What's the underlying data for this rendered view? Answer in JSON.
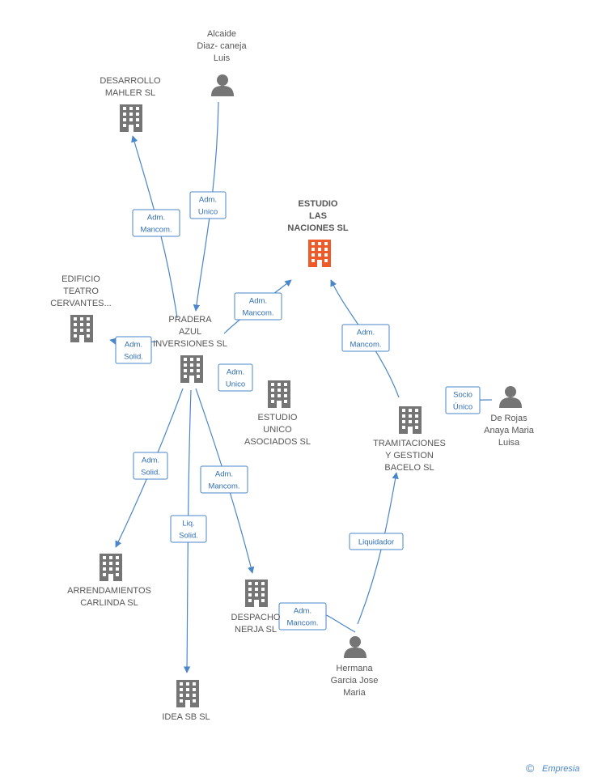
{
  "colors": {
    "accent": "#4a86c8",
    "node": "#757575",
    "focus": "#f05a28",
    "text": "#555555"
  },
  "nodes": [
    {
      "id": "pradera",
      "kind": "company",
      "label": [
        "PRADERA",
        "AZUL",
        "INVERSIONES SL"
      ]
    },
    {
      "id": "estudio_naciones",
      "kind": "company",
      "focus": true,
      "label": [
        "ESTUDIO",
        "LAS",
        "NACIONES SL"
      ]
    },
    {
      "id": "desarrollo",
      "kind": "company",
      "label": [
        "DESARROLLO",
        "MAHLER  SL"
      ]
    },
    {
      "id": "alcaide",
      "kind": "person",
      "label": [
        "Alcaide",
        "Diaz- caneja",
        "Luis"
      ]
    },
    {
      "id": "edificio",
      "kind": "company",
      "label": [
        "EDIFICIO",
        "TEATRO",
        "CERVANTES..."
      ]
    },
    {
      "id": "estudio_unico",
      "kind": "company",
      "label": [
        "ESTUDIO",
        "UNICO",
        "ASOCIADOS SL"
      ]
    },
    {
      "id": "tramitaciones",
      "kind": "company",
      "label": [
        "TRAMITACIONES",
        "Y GESTION",
        "BACELO SL"
      ]
    },
    {
      "id": "derojas",
      "kind": "person",
      "label": [
        "De Rojas",
        "Anaya Maria",
        "Luisa"
      ]
    },
    {
      "id": "arrendamientos",
      "kind": "company",
      "label": [
        "ARRENDAMIENTOS",
        "CARLINDA SL"
      ]
    },
    {
      "id": "despacho",
      "kind": "company",
      "label": [
        "DESPACHO",
        "NERJA SL"
      ]
    },
    {
      "id": "idea",
      "kind": "company",
      "label": [
        "IDEA SB SL"
      ]
    },
    {
      "id": "hermana",
      "kind": "person",
      "label": [
        "Hermana",
        "Garcia Jose",
        "Maria"
      ]
    }
  ],
  "edges": [
    {
      "from": "pradera",
      "to": "desarrollo",
      "label": [
        "Adm.",
        "Mancom."
      ]
    },
    {
      "from": "alcaide",
      "to": "pradera",
      "label": [
        "Adm.",
        "Unico"
      ]
    },
    {
      "from": "pradera",
      "to": "estudio_naciones",
      "label": [
        "Adm.",
        "Mancom."
      ]
    },
    {
      "from": "pradera",
      "to": "edificio",
      "label": [
        "Adm.",
        "Solid."
      ]
    },
    {
      "from": "pradera",
      "to": "estudio_unico",
      "label": [
        "Adm.",
        "Unico"
      ]
    },
    {
      "from": "tramitaciones",
      "to": "estudio_naciones",
      "label": [
        "Adm.",
        "Mancom."
      ]
    },
    {
      "from": "derojas",
      "to": "tramitaciones",
      "label": [
        "Socio",
        "Único"
      ]
    },
    {
      "from": "pradera",
      "to": "arrendamientos",
      "label": [
        "Adm.",
        "Solid."
      ]
    },
    {
      "from": "pradera",
      "to": "idea",
      "label": [
        "Liq.",
        "Solid."
      ]
    },
    {
      "from": "pradera",
      "to": "despacho",
      "label": [
        "Adm.",
        "Mancom."
      ]
    },
    {
      "from": "hermana",
      "to": "despacho",
      "label": [
        "Adm.",
        "Mancom."
      ]
    },
    {
      "from": "hermana",
      "to": "tramitaciones",
      "label": [
        "Liquidador"
      ]
    }
  ],
  "footer": {
    "copyright": "©",
    "brand": "Empresia"
  }
}
